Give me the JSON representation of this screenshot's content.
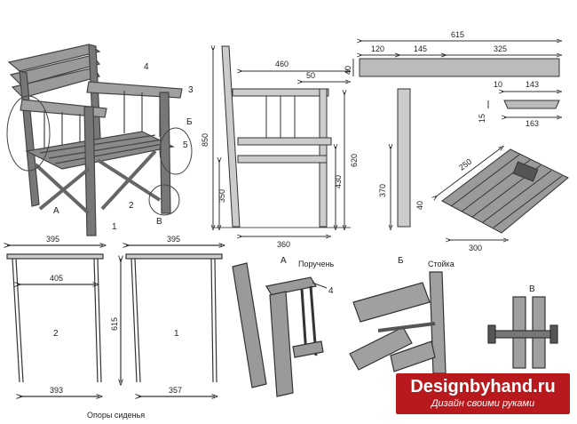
{
  "labels": {
    "fig_a": "А",
    "fig_b": "Б",
    "fig_v": "В",
    "armrest": "Поручень",
    "post": "Стойка",
    "seat_supports": "Опоры сиденья",
    "n1": "1",
    "n2": "2",
    "n3": "3",
    "n4": "4",
    "n5": "5"
  },
  "dims": {
    "d615_top": "615",
    "d120": "120",
    "d145": "145",
    "d325": "325",
    "d40_arm": "40",
    "d10": "10",
    "d143": "143",
    "d15": "15",
    "d163": "163",
    "d460": "460",
    "d50": "50",
    "d850": "850",
    "d620": "620",
    "d430": "430",
    "d350": "350",
    "d370": "370",
    "d40_post": "40",
    "d360": "360",
    "d250": "250",
    "d300": "300",
    "d395_a": "395",
    "d395_b": "395",
    "d405": "405",
    "d615_side": "615",
    "d393": "393",
    "d357": "357"
  },
  "watermark": {
    "brand": "Designbyhand.ru",
    "subtitle": "Дизайн своими руками",
    "bg_color": "#b8191c"
  },
  "colors": {
    "ink": "#333333",
    "wood": "#8a8a8a",
    "wood_dark": "#555555"
  }
}
